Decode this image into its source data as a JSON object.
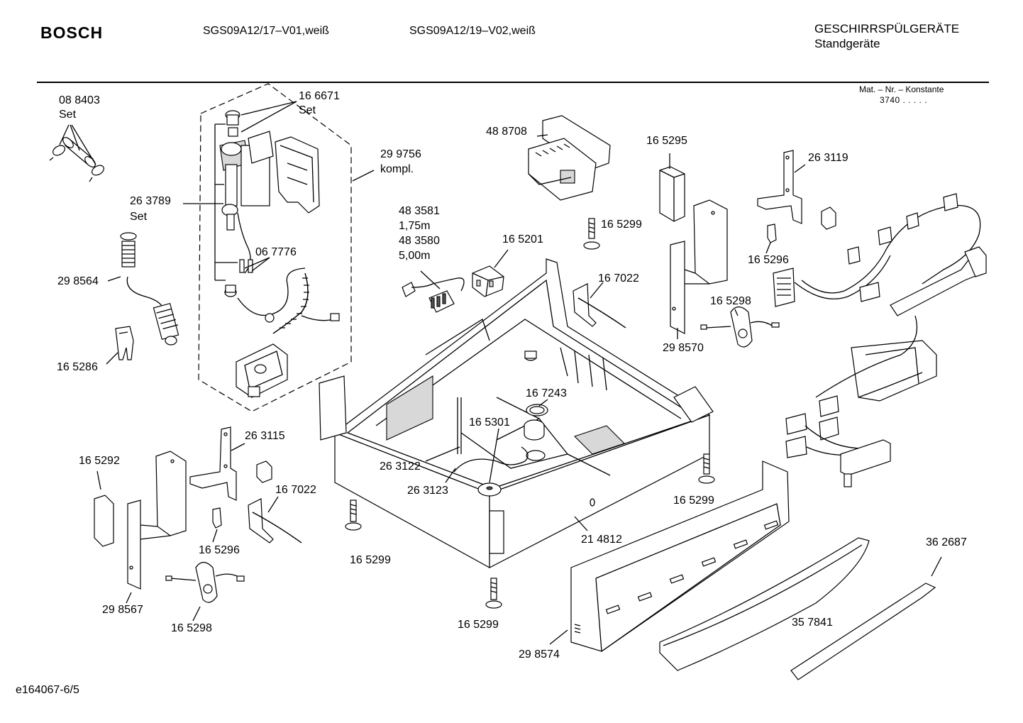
{
  "header": {
    "brand": "BOSCH",
    "model_1": "SGS09A12/17–V01,weiß",
    "model_2": "SGS09A12/19–V02,weiß",
    "category": "GESCHIRRSPÜLGERÄTE",
    "subcategory": "Standgeräte"
  },
  "constants": {
    "label": "Mat. – Nr. – Konstante",
    "value": "3740  .  .  .  .  ."
  },
  "footer": {
    "drawing_id": "e164067-6/5"
  },
  "part_labels": {
    "p088403": "08 8403",
    "p088403_note": "Set",
    "p166671": "16 6671",
    "p166671_note": "Set",
    "p299756": "29 9756",
    "p299756_note": "kompl.",
    "p263789": "26 3789",
    "p263789_note": "Set",
    "p067776": "06 7776",
    "p298564": "29 8564",
    "p165286": "16 5286",
    "p488708": "48 8708",
    "p483581": "48 3581",
    "p483581_len": "1,75m",
    "p483580": "48 3580",
    "p483580_len": "5,00m",
    "p165201": "16 5201",
    "p165299_a": "16 5299",
    "p165295": "16 5295",
    "p263119": "26 3119",
    "p165296_a": "16 5296",
    "p167022_a": "16 7022",
    "p165298_a": "16 5298",
    "p298570": "29 8570",
    "p167243": "16 7243",
    "p165301": "16 5301",
    "p263122": "26 3122",
    "p263123": "26 3123",
    "p263115": "26 3115",
    "p165292": "16 5292",
    "p167022_b": "16 7022",
    "p165296_b": "16 5296",
    "p298567": "29 8567",
    "p165298_b": "16 5298",
    "p165299_b": "16 5299",
    "p165299_c": "16 5299",
    "p165299_d": "16 5299",
    "p214812": "21 4812",
    "p298574": "29 8574",
    "p357841": "35 7841",
    "p362687": "36 2687"
  }
}
